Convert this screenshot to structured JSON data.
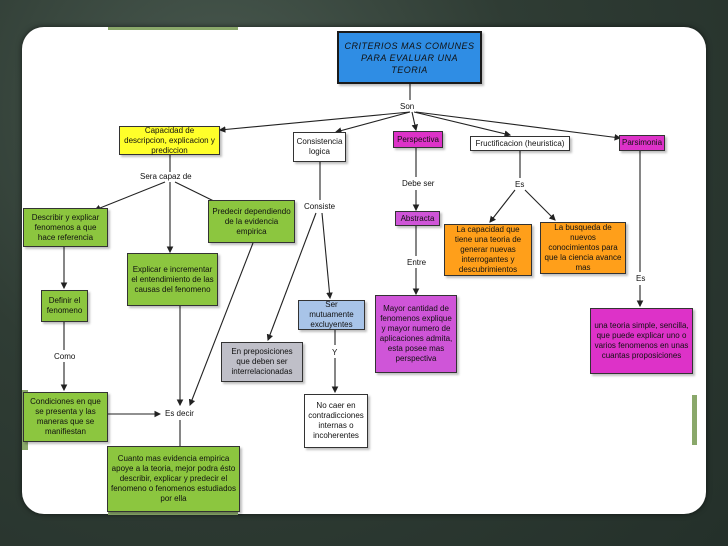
{
  "title": "CRITERIOS MAS COMUNES PARA EVALUAR UNA TEORIA",
  "links": {
    "son": "Son",
    "sera_capaz": "Sera capaz de",
    "consiste": "Consiste",
    "debe_ser": "Debe ser",
    "es1": "Es",
    "es2": "Es",
    "entre": "Entre",
    "como": "Como",
    "es_decir": "Es decir",
    "y": "Y"
  },
  "nodes": {
    "capacidad": "Capacidad de descripcion, explicacion y prediccion",
    "consistencia": "Consistencia logica",
    "perspectiva": "Perspectiva",
    "fructificacion": "Fructificacion (heuristica)",
    "parsimonia": "Parsimonia",
    "describir": "Describir y explicar fenomenos a que hace referencia",
    "predecir": "Predecir dependiendo de la evidencia empirica",
    "explicar": "Explicar e incrementar el entendimiento de las causas del fenomeno",
    "definir": "Definir el fenomeno",
    "condiciones": "Condiciones en que se presenta y las maneras que se manifiestan",
    "cuanto": "Cuanto mas evidencia empirica apoye a la teoria, mejor podra ésto describir, explicar y predecir el fenomeno o fenomenos estudiados por ella",
    "preposiciones": "En preposiciones que deben ser interrelacionadas",
    "mutuamente": "Ser mutuamente excluyentes",
    "no_caer": "No caer en contradicciones internas o incoherentes",
    "abstracta": "Abstracta",
    "mayor": "Mayor cantidad de fenomenos explique y mayor numero de aplicaciones admita, esta posee mas perspectiva",
    "capacidad_nueva": "La capacidad que tiene una teoria de generar nuevas interrogantes y descubrimientos",
    "busqueda": "La busqueda de nuevos conocimientos para que la ciencia avance mas",
    "simple": "una teoria simple, sencilla, que puede explicar uno o varios fenomenos en unas cuantas proposiciones"
  }
}
